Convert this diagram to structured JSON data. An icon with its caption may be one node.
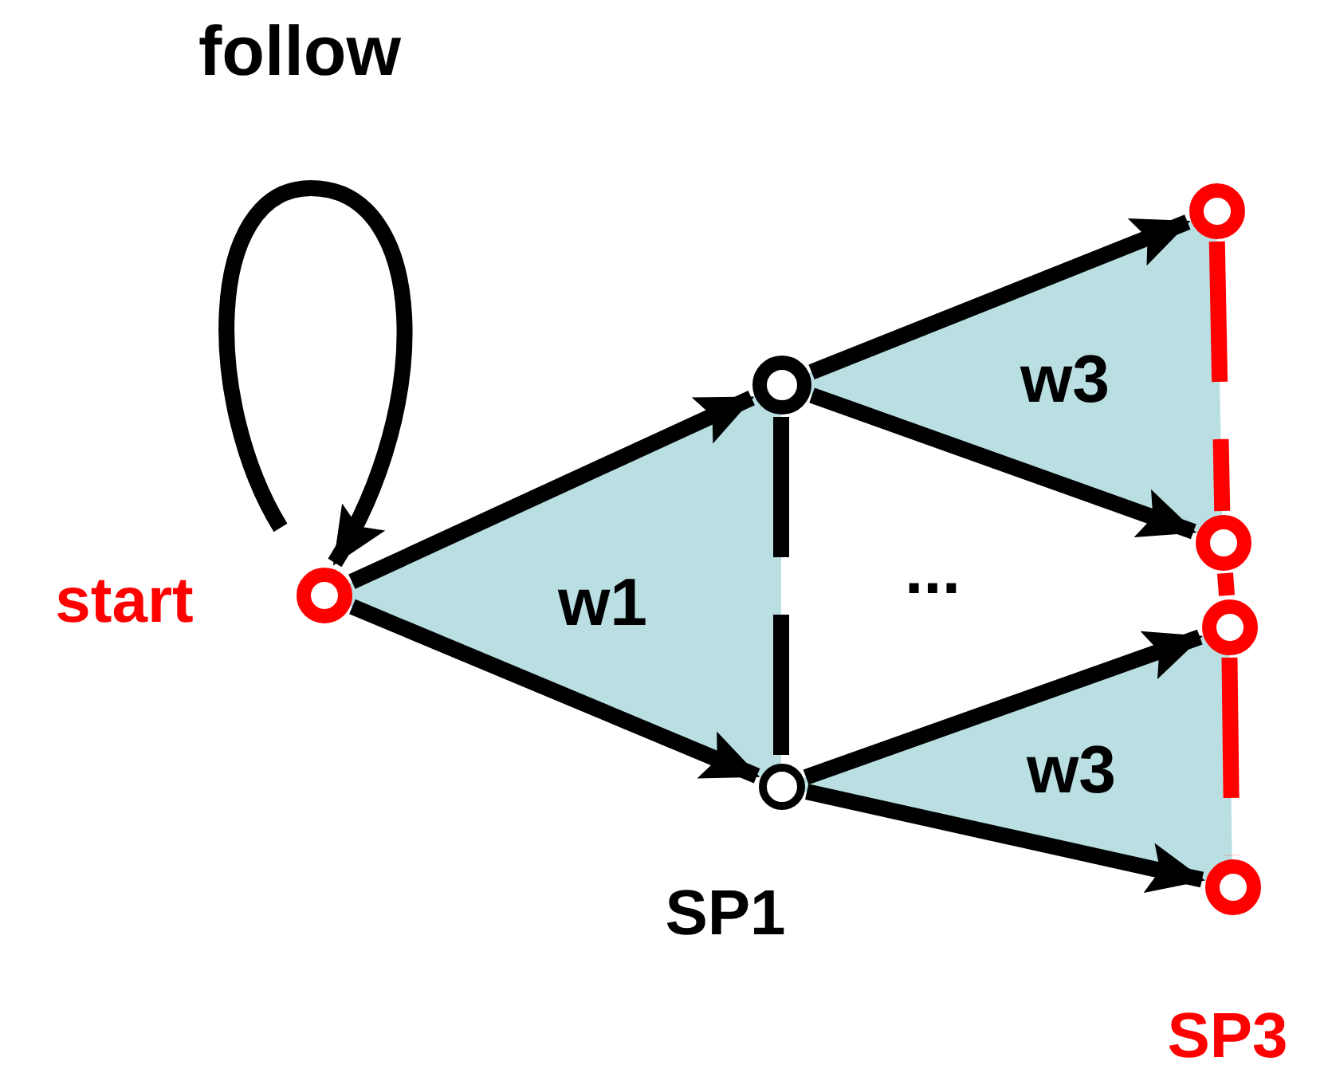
{
  "diagram": {
    "nodes": [
      {
        "text": [],
        "shape": "circle",
        "beside": [
          "start"
        ]
      },
      {
        "text": [],
        "shape": "circle"
      },
      {
        "text": [],
        "shape": "circle",
        "beside": [
          "SP1"
        ]
      },
      {
        "text": [],
        "shape": "circle"
      },
      {
        "text": [],
        "shape": "circle"
      },
      {
        "text": [],
        "shape": "circle"
      },
      {
        "text": [],
        "shape": "circle",
        "beside": [
          "SP3"
        ]
      }
    ],
    "edges": [
      {
        "from": 0,
        "to": 0,
        "arrow": "to",
        "label": "follow"
      },
      {
        "from": 0,
        "to": 1,
        "arrow": "to"
      },
      {
        "from": 0,
        "to": 2,
        "arrow": "to"
      },
      {
        "from": 1,
        "to": 3,
        "arrow": "to"
      },
      {
        "from": 1,
        "to": 4,
        "arrow": "to"
      },
      {
        "from": 2,
        "to": 5,
        "arrow": "to"
      },
      {
        "from": 2,
        "to": 6,
        "arrow": "to"
      },
      {
        "from": 1,
        "to": 2,
        "arrow": "none",
        "style": "dashed"
      },
      {
        "from": 3,
        "to": 4,
        "arrow": "none",
        "style": "dashed",
        "color": "#ff0000"
      },
      {
        "from": 4,
        "to": 5,
        "arrow": "none",
        "color": "#ff0000"
      },
      {
        "from": 5,
        "to": 6,
        "arrow": "none",
        "style": "dashed",
        "color": "#ff0000"
      }
    ],
    "labels": [
      "w1",
      "w3",
      "...",
      "w3"
    ]
  }
}
